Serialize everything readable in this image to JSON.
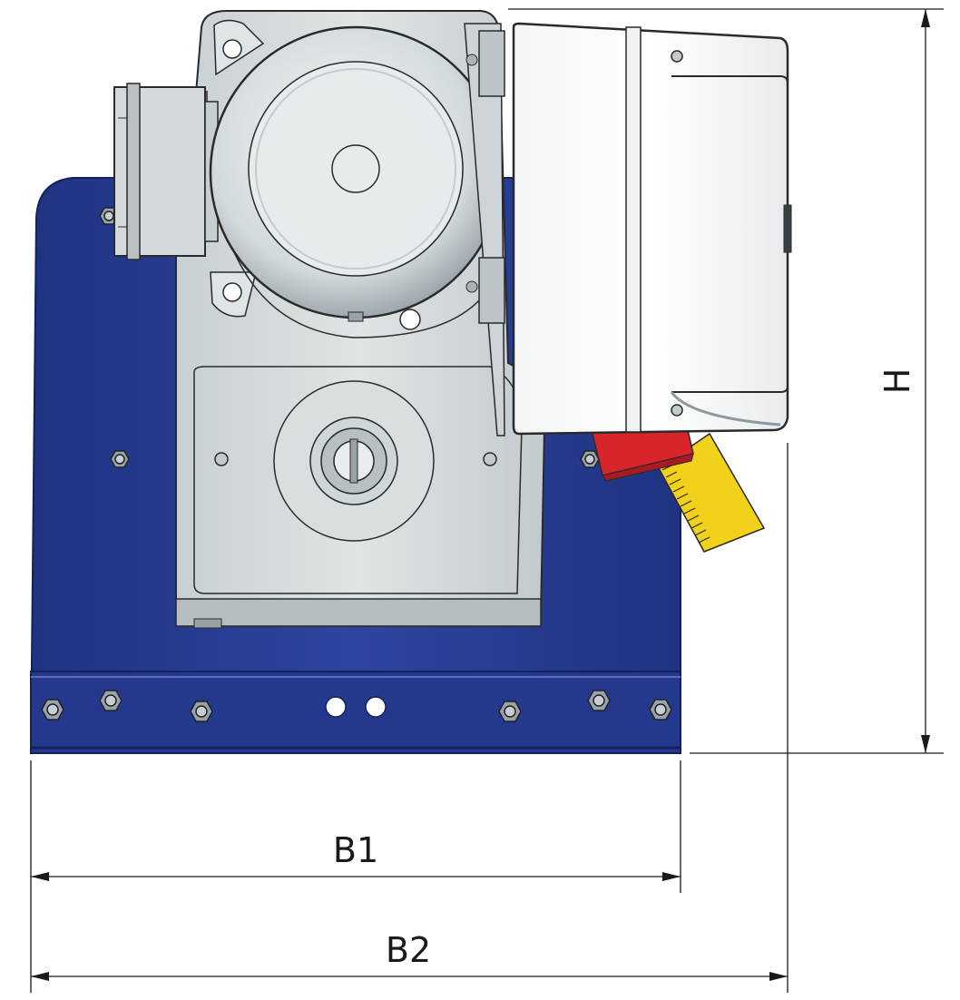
{
  "dimensions": {
    "width_1": "B1",
    "width_2": "B2",
    "height": "H"
  },
  "colors": {
    "base_plate": "#2a3f8f",
    "base_plate_dark": "#1c2d6e",
    "gearbox": "#d6dcde",
    "gearbox_shade": "#b9c1c5",
    "motor": "#e3e8ea",
    "control_box": "#ffffff",
    "stop_button_red": "#d8242b",
    "rack_yellow": "#f2d11b",
    "dimension_line": "#1a1a1a"
  }
}
